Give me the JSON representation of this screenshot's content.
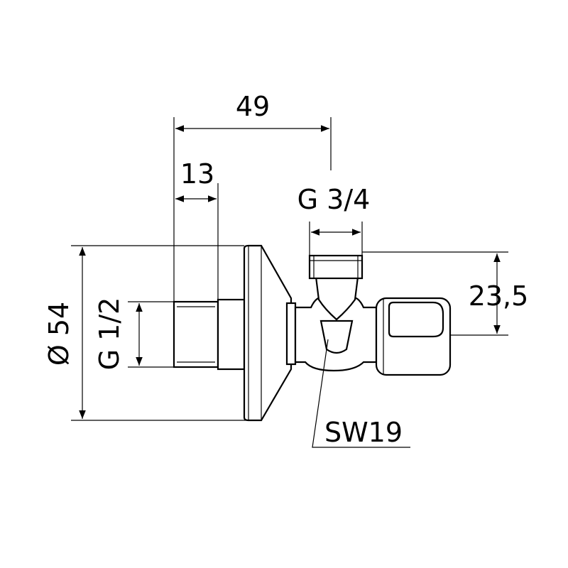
{
  "dimensions": {
    "overall_length": "49",
    "thread_length": "13",
    "outlet_thread": "G 3/4",
    "flange_diameter": "Ø 54",
    "inlet_thread": "G 1/2",
    "outlet_offset": "23,5",
    "wrench_size": "SW19"
  }
}
